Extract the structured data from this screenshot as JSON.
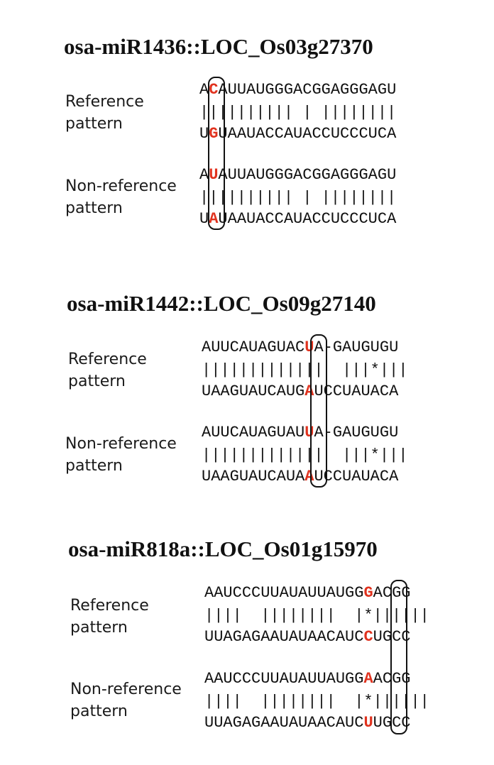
{
  "panels": [
    {
      "title": "osa-miR1436::LOC_Os03g27370",
      "highlight_index": 1,
      "patterns": [
        {
          "label_line1": "Reference",
          "label_line2": "pattern",
          "top": "ACAUUAUGGGACGGAGGGAGU",
          "bonds": "|||||||||| | ||||||||",
          "bottom": "UGUAAUACCAUACCUCCCUCA"
        },
        {
          "label_line1": "Non-reference",
          "label_line2": "pattern",
          "top": "AUAUUAUGGGACGGAGGGAGU",
          "bonds": "|||||||||| | ||||||||",
          "bottom": "UAUAAUACCAUACCUCCCUCA"
        }
      ]
    },
    {
      "title": "osa-miR1442::LOC_Os09g27140",
      "highlight_index": 11,
      "patterns": [
        {
          "label_line1": "Reference",
          "label_line2": "pattern",
          "top": "AUUCAUAGUACUA-GAUGUGU",
          "bonds": "|||||||||||||  |||*|||",
          "bottom": "UAAGUAUCAUGAUCCUAUACA"
        },
        {
          "label_line1": "Non-reference",
          "label_line2": "pattern",
          "top": "AUUCAUAGUAUUA-GAUGUGU",
          "bonds": "|||||||||||||  |||*|||",
          "bottom": "UAAGUAUCAUAAUCCUAUACA"
        }
      ]
    },
    {
      "title": "osa-miR818a::LOC_Os01g15970",
      "highlight_index": 17,
      "patterns": [
        {
          "label_line1": "Reference",
          "label_line2": "pattern",
          "top": "AAUCCCUUAUAUUAUGGGACGG",
          "bonds": "||||  ||||||||  |*||||||",
          "bottom": "UUAGAGAAUAUAACAUCCUGCC"
        },
        {
          "label_line1": "Non-reference",
          "label_line2": "pattern",
          "top": "AAUCCCUUAUAUUAUGGAACGG",
          "bonds": "||||  ||||||||  |*||||||",
          "bottom": "UUAGAGAAUAUAACAUCUUGCC"
        }
      ]
    }
  ]
}
